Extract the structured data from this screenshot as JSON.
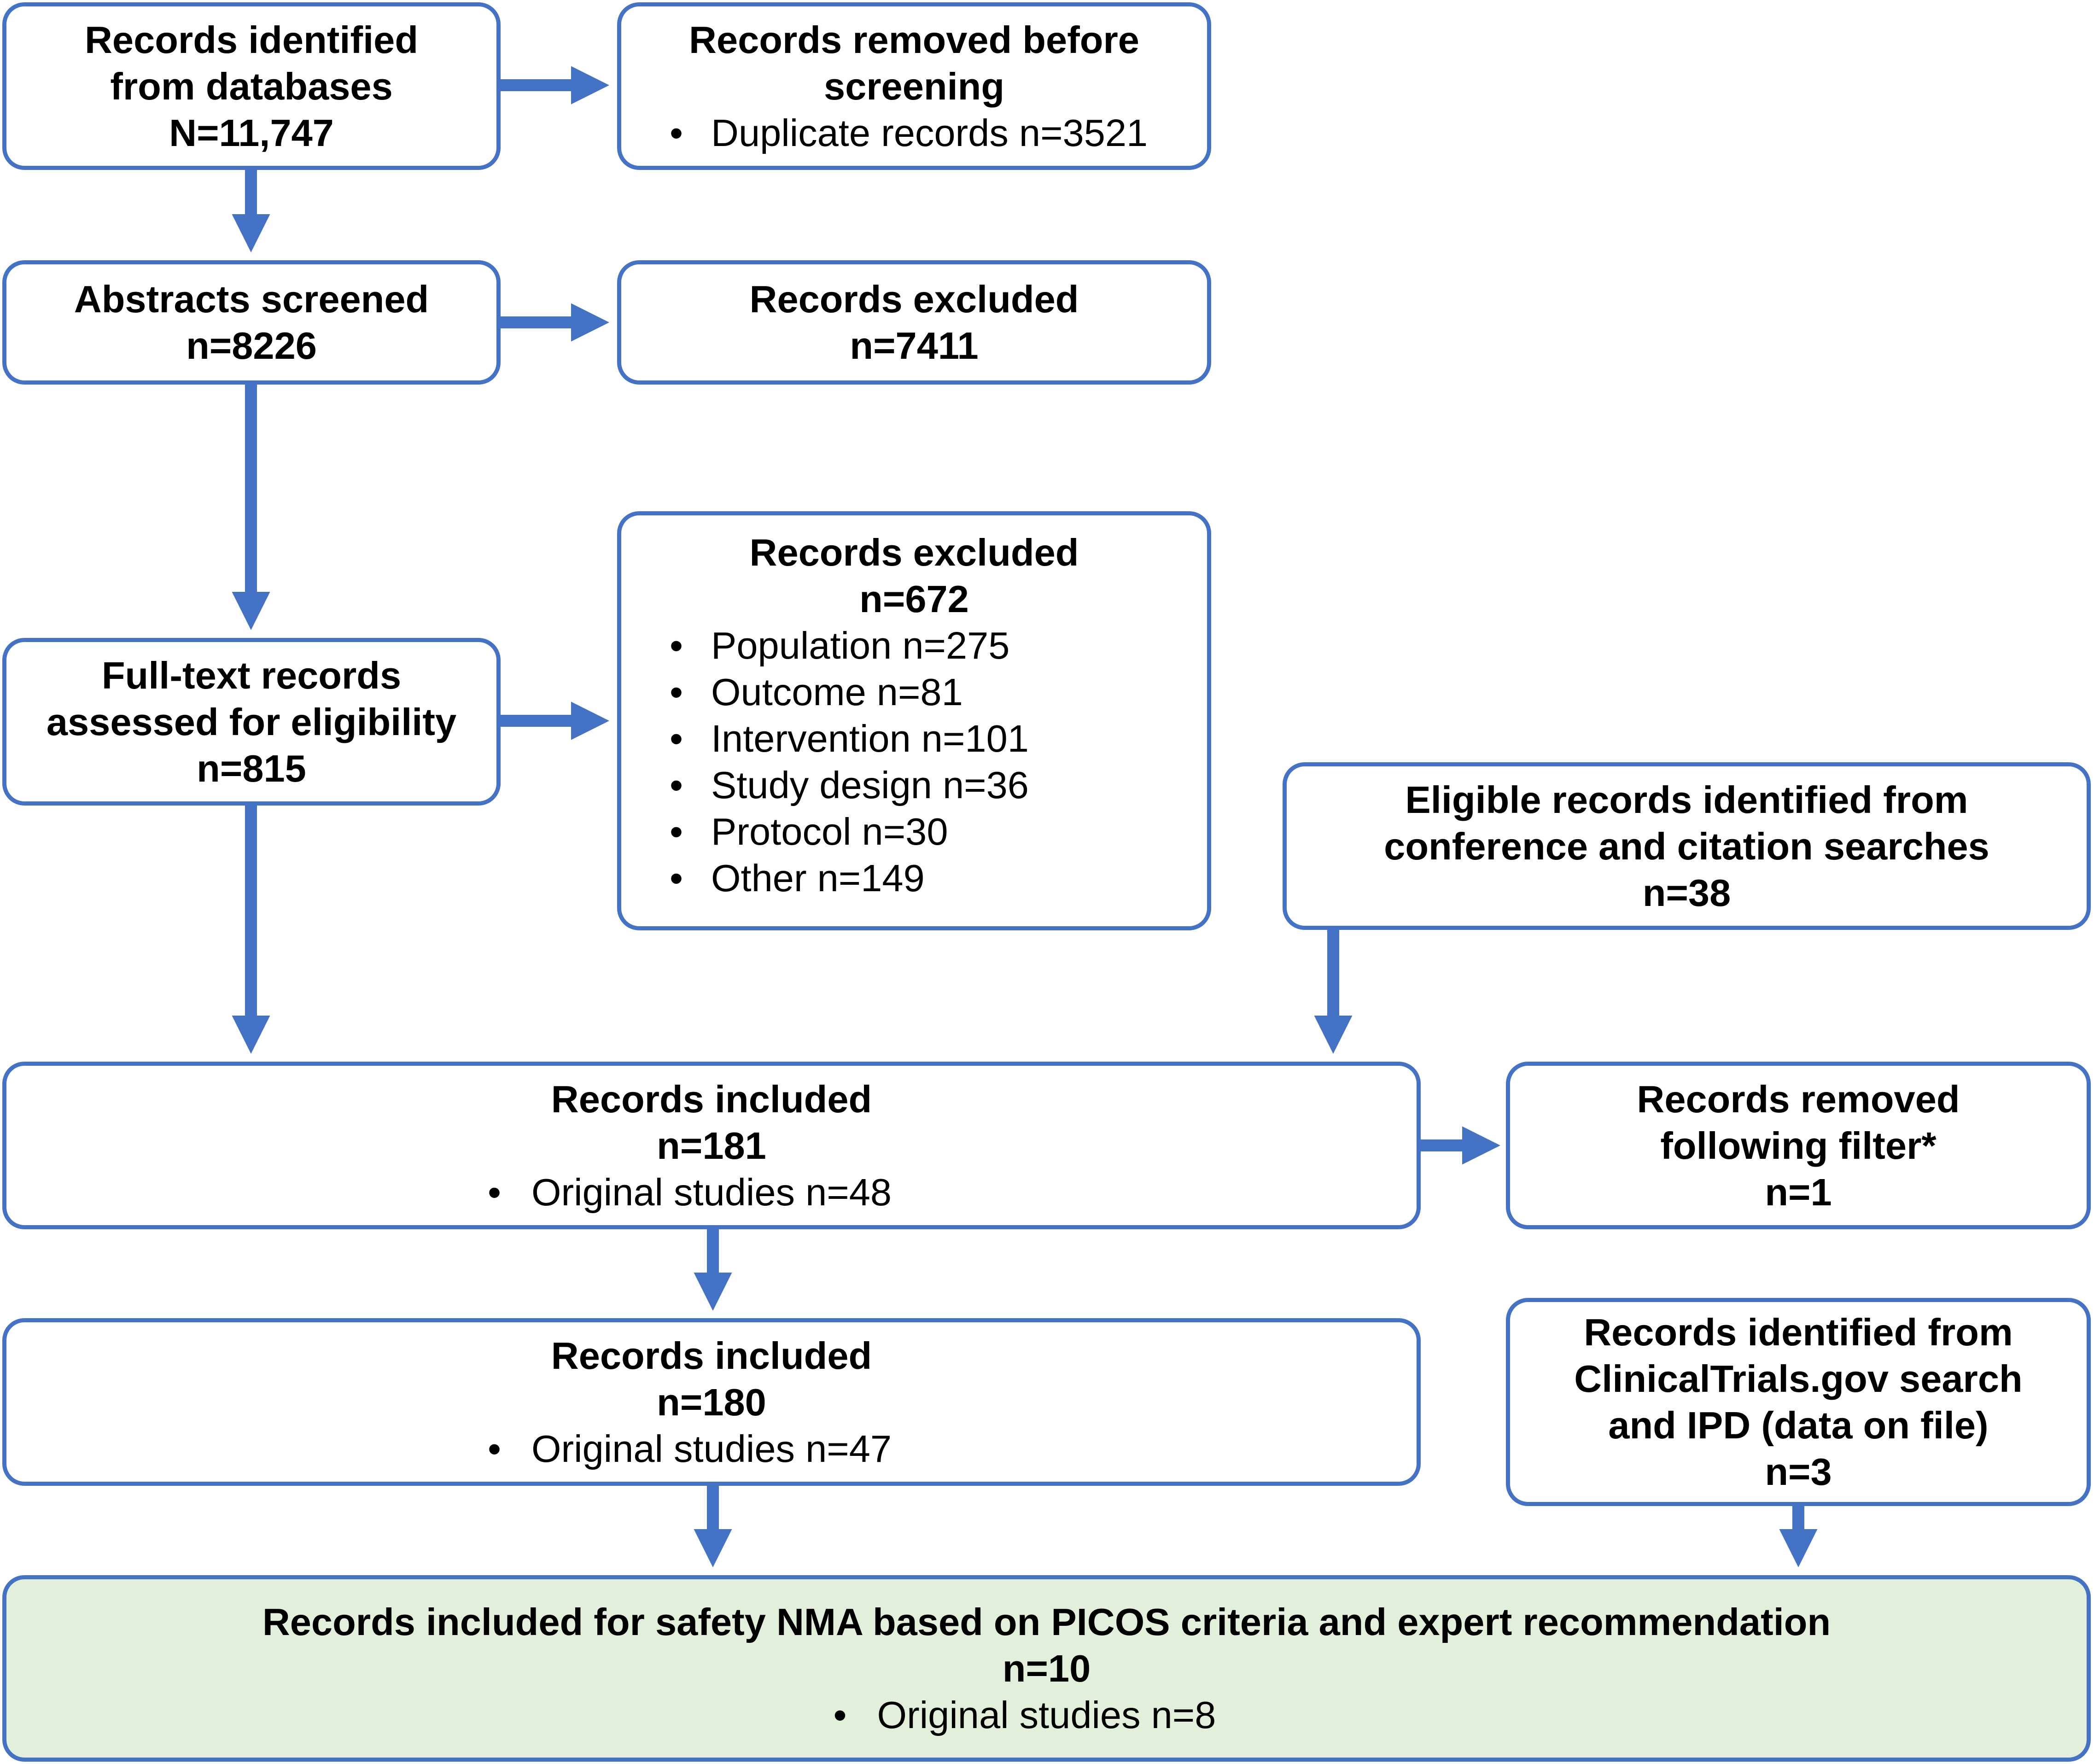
{
  "colors": {
    "border": "#4472c4",
    "arrow": "#4472c4",
    "final_box_fill": "#e2efda",
    "text": "#000000"
  },
  "boxes": {
    "identified": {
      "title_line1": "Records identified",
      "title_line2": "from databases",
      "count": "N=11,747"
    },
    "removed_before_screening": {
      "title_line1": "Records removed before",
      "title_line2": "screening",
      "bullets": [
        "Duplicate records n=3521"
      ]
    },
    "abstracts": {
      "title": "Abstracts screened",
      "count": "n=8226"
    },
    "excluded_abstracts": {
      "title": "Records excluded",
      "count": "n=7411"
    },
    "excluded_fulltext": {
      "title": "Records excluded",
      "count": "n=672",
      "bullets": [
        "Population n=275",
        "Outcome n=81",
        "Intervention n=101",
        "Study design n=36",
        "Protocol n=30",
        "Other n=149"
      ]
    },
    "fulltext": {
      "title_line1": "Full-text records",
      "title_line2": "assessed for eligibility",
      "count": "n=815"
    },
    "conference": {
      "title_line1": "Eligible records identified from",
      "title_line2": "conference and citation searches",
      "count": "n=38"
    },
    "included_181": {
      "title": "Records included",
      "count": "n=181",
      "bullets": [
        "Original studies n=48"
      ]
    },
    "removed_filter": {
      "title_line1": "Records removed",
      "title_line2": "following filter*",
      "count": "n=1"
    },
    "included_180": {
      "title": "Records included",
      "count": "n=180",
      "bullets": [
        "Original studies n=47"
      ]
    },
    "clinical_trials": {
      "title_line1": "Records identified from",
      "title_line2": "ClinicalTrials.gov search",
      "title_line3": "and IPD (data on file)",
      "count": "n=3"
    },
    "final": {
      "title": "Records included for safety NMA based on PICOS criteria and expert recommendation",
      "count": "n=10",
      "bullets": [
        "Original studies n=8"
      ]
    }
  }
}
